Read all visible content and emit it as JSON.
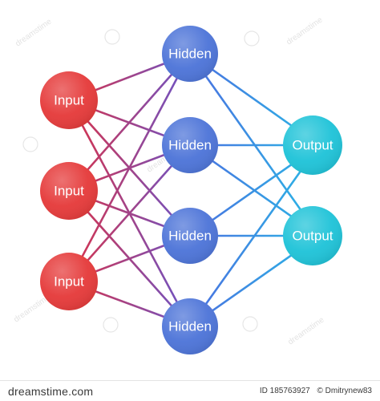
{
  "diagram": {
    "nodes": {
      "input_1": {
        "label": "Input",
        "layer": "input"
      },
      "input_2": {
        "label": "Input",
        "layer": "input"
      },
      "input_3": {
        "label": "Input",
        "layer": "input"
      },
      "hidden_1": {
        "label": "Hidden",
        "layer": "hidden"
      },
      "hidden_2": {
        "label": "Hidden",
        "layer": "hidden"
      },
      "hidden_3": {
        "label": "Hidden",
        "layer": "hidden"
      },
      "hidden_4": {
        "label": "Hidden",
        "layer": "hidden"
      },
      "output_1": {
        "label": "Output",
        "layer": "output"
      },
      "output_2": {
        "label": "Output",
        "layer": "output"
      }
    },
    "colors": {
      "input": "#e53a3a",
      "hidden": "#4d74d8",
      "output": "#1fc3d8",
      "edge_input_hidden_start": "#d9324a",
      "edge_input_hidden_end": "#6a55c8",
      "edge_hidden_output_start": "#4b6fe0",
      "edge_hidden_output_end": "#2ab8e6"
    }
  },
  "footer": {
    "logo": "dreamstime.com",
    "id_text": "ID 185763927",
    "author_text": "© Dmitrynew83"
  }
}
